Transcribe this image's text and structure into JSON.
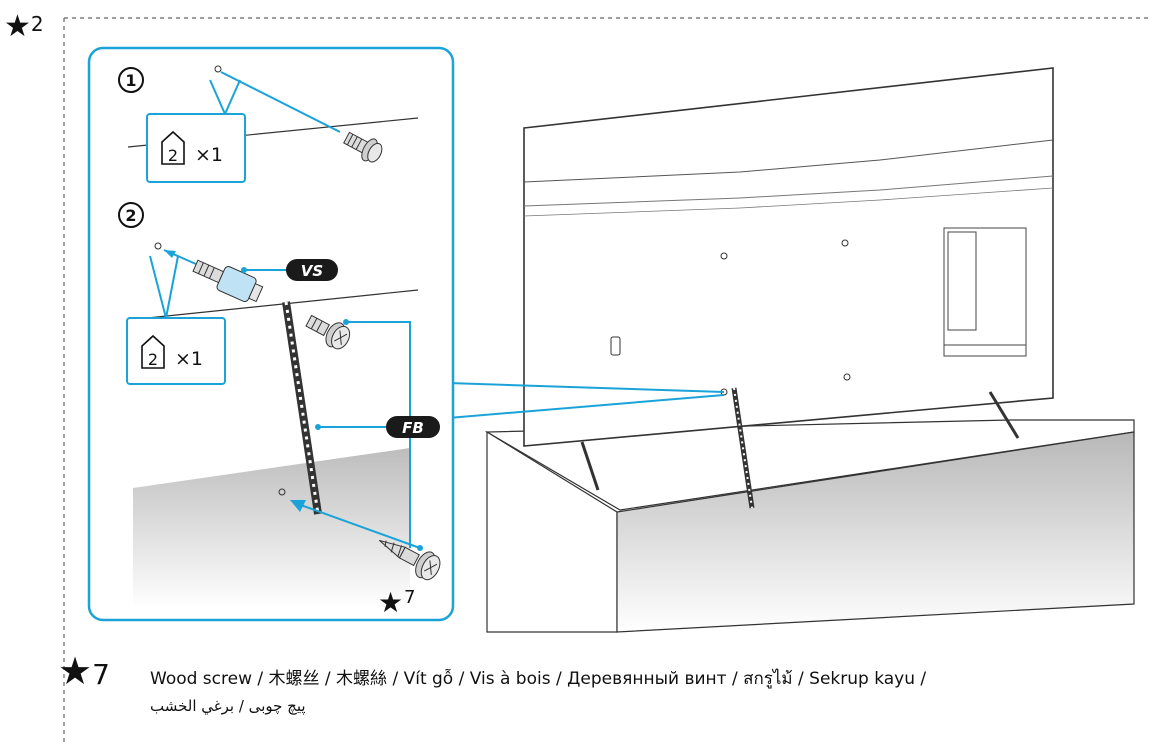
{
  "header": {
    "symbol": "★",
    "index": "2"
  },
  "steps": [
    {
      "number": "1",
      "part_icon": "2",
      "quantity": "×1"
    },
    {
      "number": "2",
      "part_icon": "2",
      "quantity": "×1"
    }
  ],
  "callouts": {
    "vs_label": "VS",
    "fb_label": "FB"
  },
  "inner_marker": {
    "symbol": "★",
    "index": "7"
  },
  "legend": {
    "symbol": "★",
    "index": "7",
    "line1": "Wood screw / 木螺丝 / 木螺絲 / Vít gỗ / Vis à bois / Деревянный винт / สกรูไม้ / Sekrup kayu /",
    "line2": "پیچ چوبی / برغي الخشب"
  },
  "colors": {
    "accent": "#1aa3d9",
    "line": "#333333",
    "label_bg": "#1a1a1a"
  }
}
